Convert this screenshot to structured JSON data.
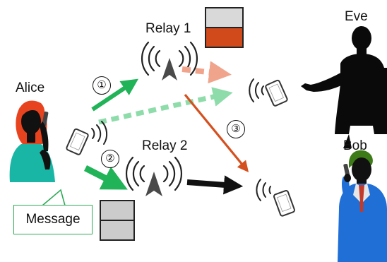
{
  "labels": {
    "alice": "Alice",
    "eve": "Eve",
    "bob": "Bob",
    "relay1": "Relay 1",
    "relay2": "Relay 2",
    "message": "Message"
  },
  "steps": [
    "①",
    "②",
    "③"
  ],
  "colors": {
    "green_arrow": "#21b357",
    "green_dashed": "#7fd9a0",
    "salmon_dashed": "#f0a48c",
    "orange_arrow": "#d5501f",
    "black_arrow": "#111111",
    "alice_hair": "#e8431f",
    "alice_shirt": "#19b6a6",
    "bob_suit": "#1f6fd6",
    "bob_hair": "#3d7a18",
    "message_box": "#cccccc",
    "relay1_top": "#d9d9d9",
    "relay1_bottom": "#d04a1c",
    "callout_border": "#2eaa57"
  },
  "icons": [
    "relay-tower-icon",
    "signal-waves-icon",
    "smartphone-icon",
    "person-silhouette-icon"
  ]
}
